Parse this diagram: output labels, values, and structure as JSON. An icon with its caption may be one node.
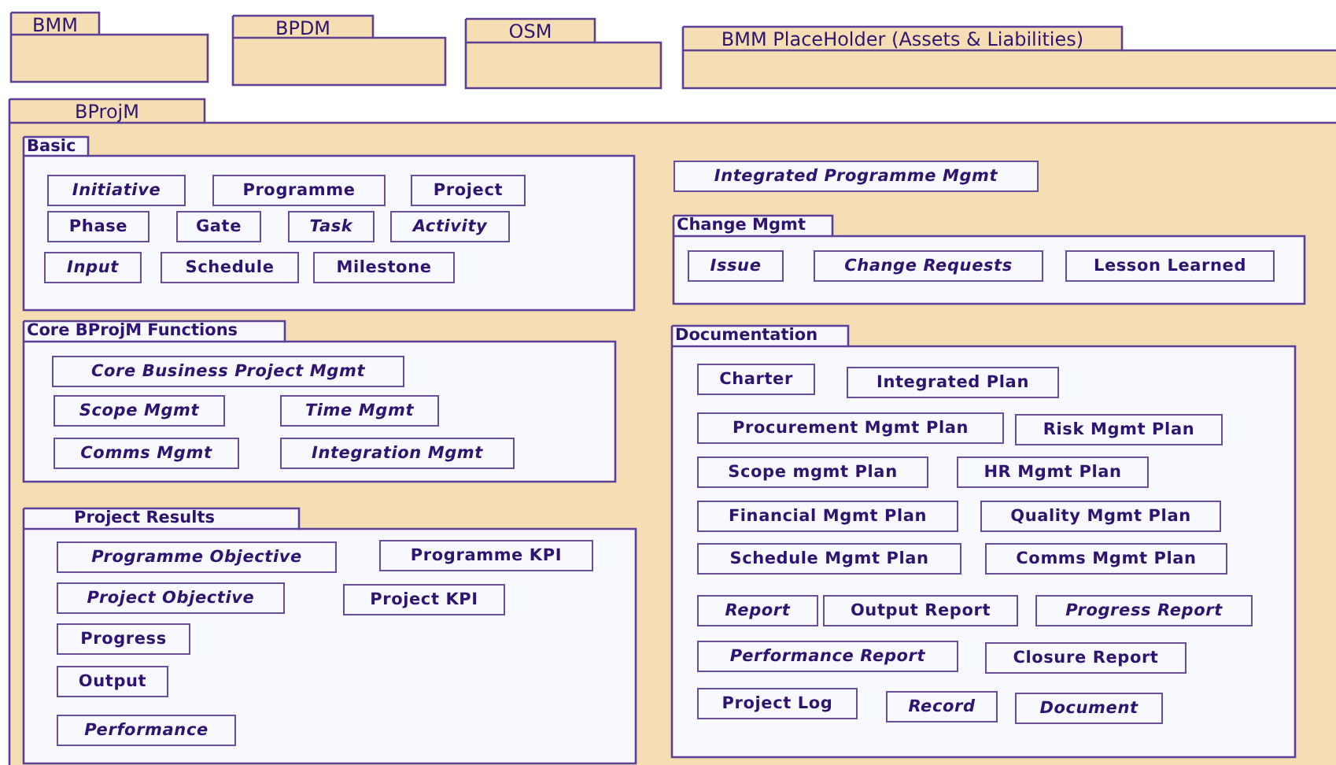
{
  "diagram": {
    "nodes": [
      {
        "text": [
          "BMM"
        ]
      },
      {
        "text": [
          "BPDM"
        ]
      },
      {
        "text": [
          "OSM"
        ]
      },
      {
        "text": [
          "BMM PlaceHolder (Assets & Liabilities)"
        ]
      },
      {
        "text": [
          "BProjM"
        ]
      },
      {
        "text": [
          "Basic"
        ],
        "in": 4
      },
      {
        "text": [
          "Initiative"
        ],
        "in": 5
      },
      {
        "text": [
          "Programme"
        ],
        "in": 5
      },
      {
        "text": [
          "Project"
        ],
        "in": 5
      },
      {
        "text": [
          "Phase"
        ],
        "in": 5
      },
      {
        "text": [
          "Gate"
        ],
        "in": 5
      },
      {
        "text": [
          "Task"
        ],
        "in": 5
      },
      {
        "text": [
          "Activity"
        ],
        "in": 5
      },
      {
        "text": [
          "Input"
        ],
        "in": 5
      },
      {
        "text": [
          "Schedule"
        ],
        "in": 5
      },
      {
        "text": [
          "Milestone"
        ],
        "in": 5
      },
      {
        "text": [
          "Core BProjM Functions"
        ],
        "in": 4
      },
      {
        "text": [
          "Core Business Project Mgmt"
        ],
        "in": 16
      },
      {
        "text": [
          "Scope Mgmt"
        ],
        "in": 16
      },
      {
        "text": [
          "Time Mgmt"
        ],
        "in": 16
      },
      {
        "text": [
          "Comms Mgmt"
        ],
        "in": 16
      },
      {
        "text": [
          "Integration Mgmt"
        ],
        "in": 16
      },
      {
        "text": [
          "Project Results"
        ],
        "in": 4
      },
      {
        "text": [
          "Programme Objective"
        ],
        "in": 22
      },
      {
        "text": [
          "Programme KPI"
        ],
        "in": 22
      },
      {
        "text": [
          "Project Objective"
        ],
        "in": 22
      },
      {
        "text": [
          "Project KPI"
        ],
        "in": 22
      },
      {
        "text": [
          "Progress"
        ],
        "in": 22
      },
      {
        "text": [
          "Output"
        ],
        "in": 22
      },
      {
        "text": [
          "Performance"
        ],
        "in": 22
      },
      {
        "text": [
          "Integrated Programme Mgmt"
        ],
        "in": 4
      },
      {
        "text": [
          "Change Mgmt"
        ],
        "in": 4
      },
      {
        "text": [
          "Issue"
        ],
        "in": 31
      },
      {
        "text": [
          "Change Requests"
        ],
        "in": 31
      },
      {
        "text": [
          "Lesson Learned"
        ],
        "in": 31
      },
      {
        "text": [
          "Documentation"
        ],
        "in": 4
      },
      {
        "text": [
          "Charter"
        ],
        "in": 35
      },
      {
        "text": [
          "Integrated Plan"
        ],
        "in": 35
      },
      {
        "text": [
          "Procurement Mgmt Plan"
        ],
        "in": 35
      },
      {
        "text": [
          "Risk Mgmt Plan"
        ],
        "in": 35
      },
      {
        "text": [
          "Scope mgmt Plan"
        ],
        "in": 35
      },
      {
        "text": [
          "HR Mgmt Plan"
        ],
        "in": 35
      },
      {
        "text": [
          "Financial Mgmt Plan"
        ],
        "in": 35
      },
      {
        "text": [
          "Quality Mgmt Plan"
        ],
        "in": 35
      },
      {
        "text": [
          "Schedule Mgmt Plan"
        ],
        "in": 35
      },
      {
        "text": [
          "Comms Mgmt Plan"
        ],
        "in": 35
      },
      {
        "text": [
          "Report"
        ],
        "in": 35
      },
      {
        "text": [
          "Output Report"
        ],
        "in": 35
      },
      {
        "text": [
          "Progress Report"
        ],
        "in": 35
      },
      {
        "text": [
          "Performance Report"
        ],
        "in": 35
      },
      {
        "text": [
          "Closure Report"
        ],
        "in": 35
      },
      {
        "text": [
          "Project Log"
        ],
        "in": 35
      },
      {
        "text": [
          "Record"
        ],
        "in": 35
      },
      {
        "text": [
          "Document"
        ],
        "in": 35
      }
    ]
  }
}
